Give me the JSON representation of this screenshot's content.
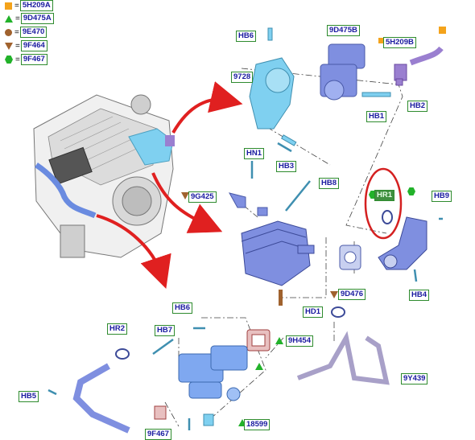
{
  "legend": [
    {
      "symbol": "square",
      "color": "#f4a31b",
      "eq": "=",
      "code": "5H209A"
    },
    {
      "symbol": "triangle-up",
      "color": "#22b22a",
      "eq": "=",
      "code": "9D475A"
    },
    {
      "symbol": "circle",
      "color": "#a0622e",
      "eq": "=",
      "code": "9E470"
    },
    {
      "symbol": "triangle-down",
      "color": "#a0622e",
      "eq": "=",
      "code": "9F464"
    },
    {
      "symbol": "hexagon",
      "color": "#22b22a",
      "eq": "=",
      "code": "9F467"
    }
  ],
  "callouts": {
    "hb6_top": "HB6",
    "p9d475b": "9D475B",
    "p5h209b": "5H209B",
    "p9728": "9728",
    "hb2": "HB2",
    "hb1": "HB1",
    "hn1": "HN1",
    "hb3": "HB3",
    "hb8": "HB8",
    "p9g425": "9G425",
    "hr1": "HR1",
    "hb9": "HB9",
    "p9d476": "9D476",
    "hb4": "HB4",
    "hd1": "HD1",
    "hb6_bottom": "HB6",
    "hr2": "HR2",
    "hb7": "HB7",
    "p9h454": "9H454",
    "p9y439": "9Y439",
    "hb5": "HB5",
    "p18599": "18599",
    "p9f467": "9F467"
  },
  "colors": {
    "tag_border": "#2e8b2e",
    "tag_text": "#1a1aa0",
    "highlight_tag": "#3f8f3f",
    "highlight_ring": "#d42020",
    "arrow": "#e02020",
    "part_blue": "#7f8fe0",
    "part_cyan": "#7fd0f0",
    "part_purple": "#9a7fd0"
  }
}
